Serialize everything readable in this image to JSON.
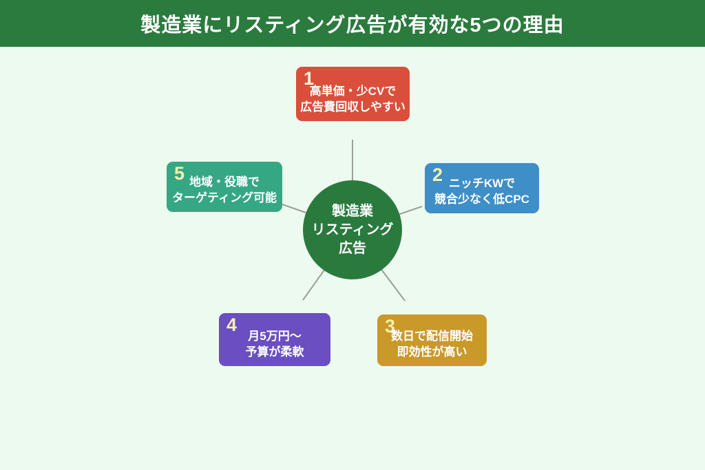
{
  "header": {
    "title": "製造業にリスティング広告が有効な5つの理由",
    "bg_color": "#2b7a3e",
    "text_color": "#ffffff"
  },
  "center": {
    "line1": "製造業",
    "line2": "リスティング",
    "line3": "広告",
    "bg_color": "#2a7a3e",
    "text_color": "#ffffff"
  },
  "reasons": [
    {
      "number": "1",
      "line1": "高単価・少CVで",
      "line2": "広告費回収しやすい",
      "color": "#d94f3c"
    },
    {
      "number": "2",
      "line1": "ニッチKWで",
      "line2": "競合少なく低CPC",
      "color": "#3e8ec8"
    },
    {
      "number": "3",
      "line1": "数日で配信開始",
      "line2": "即効性が高い",
      "color": "#c9992a"
    },
    {
      "number": "4",
      "line1": "月5万円〜",
      "line2": "予算が柔軟",
      "color": "#6a4ec2"
    },
    {
      "number": "5",
      "line1": "地域・役職で",
      "line2": "ターゲティング可能",
      "color": "#35a783"
    }
  ],
  "number_color": "#f6f0ae",
  "connector_color": "#9a9f9a",
  "background_color": "#edfaf0"
}
